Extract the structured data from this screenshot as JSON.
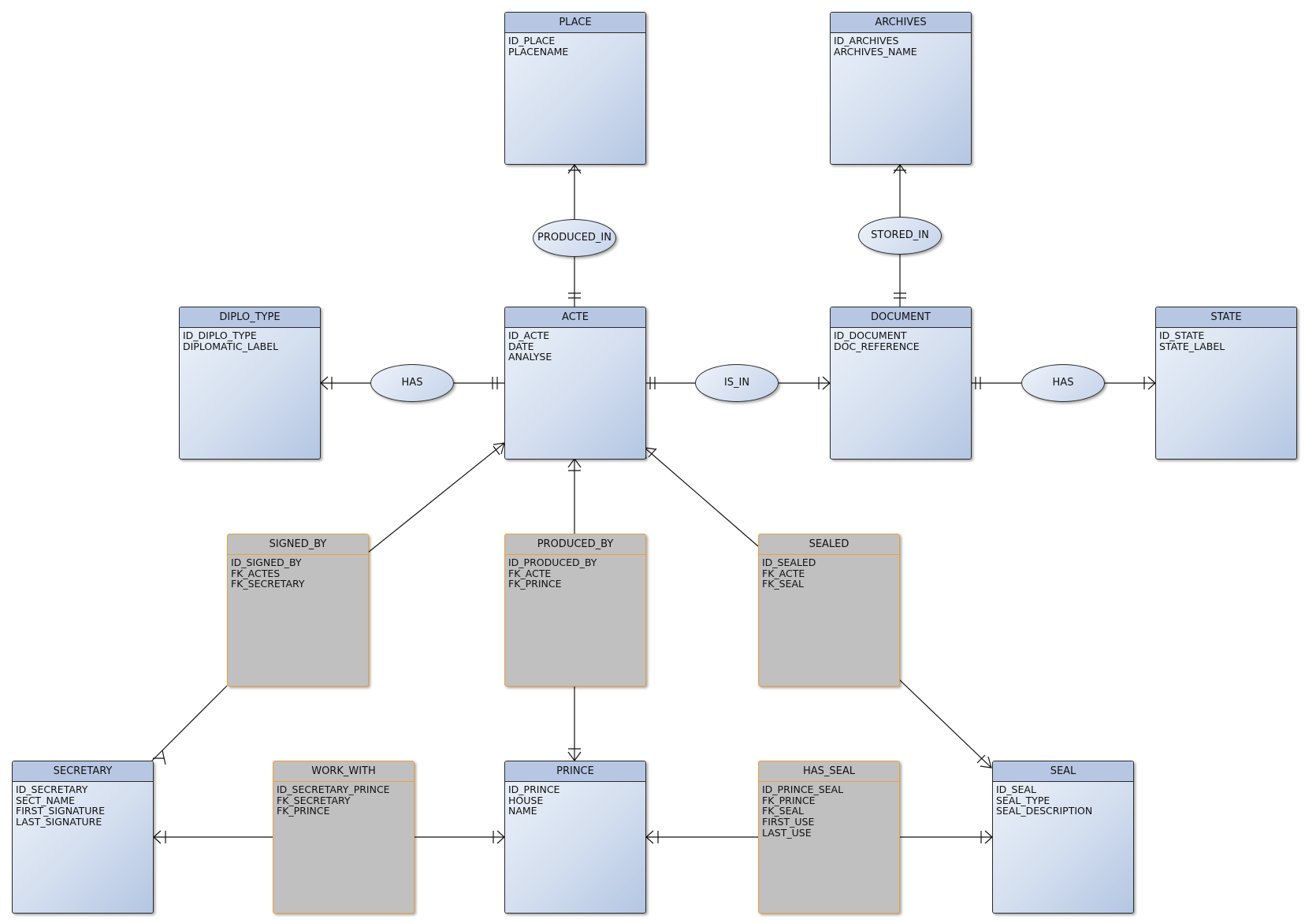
{
  "entities": {
    "place": {
      "title": "PLACE",
      "attrs": [
        "ID_PLACE",
        "PLACENAME"
      ]
    },
    "archives": {
      "title": "ARCHIVES",
      "attrs": [
        "ID_ARCHIVES",
        "ARCHIVES_NAME"
      ]
    },
    "diplo_type": {
      "title": "DIPLO_TYPE",
      "attrs": [
        "ID_DIPLO_TYPE",
        "DIPLOMATIC_LABEL"
      ]
    },
    "acte": {
      "title": "ACTE",
      "attrs": [
        "ID_ACTE",
        "DATE",
        "ANALYSE"
      ]
    },
    "document": {
      "title": "DOCUMENT",
      "attrs": [
        "ID_DOCUMENT",
        "DOC_REFERENCE"
      ]
    },
    "state": {
      "title": "STATE",
      "attrs": [
        "ID_STATE",
        "STATE_LABEL"
      ]
    },
    "signed_by": {
      "title": "SIGNED_BY",
      "attrs": [
        "ID_SIGNED_BY",
        "FK_ACTES",
        "FK_SECRETARY"
      ]
    },
    "produced_by": {
      "title": "PRODUCED_BY",
      "attrs": [
        "ID_PRODUCED_BY",
        "FK_ACTE",
        "FK_PRINCE"
      ]
    },
    "sealed": {
      "title": "SEALED",
      "attrs": [
        "ID_SEALED",
        "FK_ACTE",
        "FK_SEAL"
      ]
    },
    "secretary": {
      "title": "SECRETARY",
      "attrs": [
        "ID_SECRETARY",
        "SECT_NAME",
        "FIRST_SIGNATURE",
        "LAST_SIGNATURE"
      ]
    },
    "work_with": {
      "title": "WORK_WITH",
      "attrs": [
        "ID_SECRETARY_PRINCE",
        "FK_SECRETARY",
        "FK_PRINCE"
      ]
    },
    "prince": {
      "title": "PRINCE",
      "attrs": [
        "ID_PRINCE",
        "HOUSE",
        "NAME"
      ]
    },
    "has_seal": {
      "title": "HAS_SEAL",
      "attrs": [
        "ID_PRINCE_SEAL",
        "FK_PRINCE",
        "FK_SEAL",
        "FIRST_USE",
        "LAST_USE"
      ]
    },
    "seal": {
      "title": "SEAL",
      "attrs": [
        "ID_SEAL",
        "SEAL_TYPE",
        "SEAL_DESCRIPTION"
      ]
    }
  },
  "relationships": {
    "produced_in": "PRODUCED_IN",
    "stored_in": "STORED_IN",
    "has_diplo": "HAS",
    "is_in": "IS_IN",
    "has_state": "HAS"
  }
}
